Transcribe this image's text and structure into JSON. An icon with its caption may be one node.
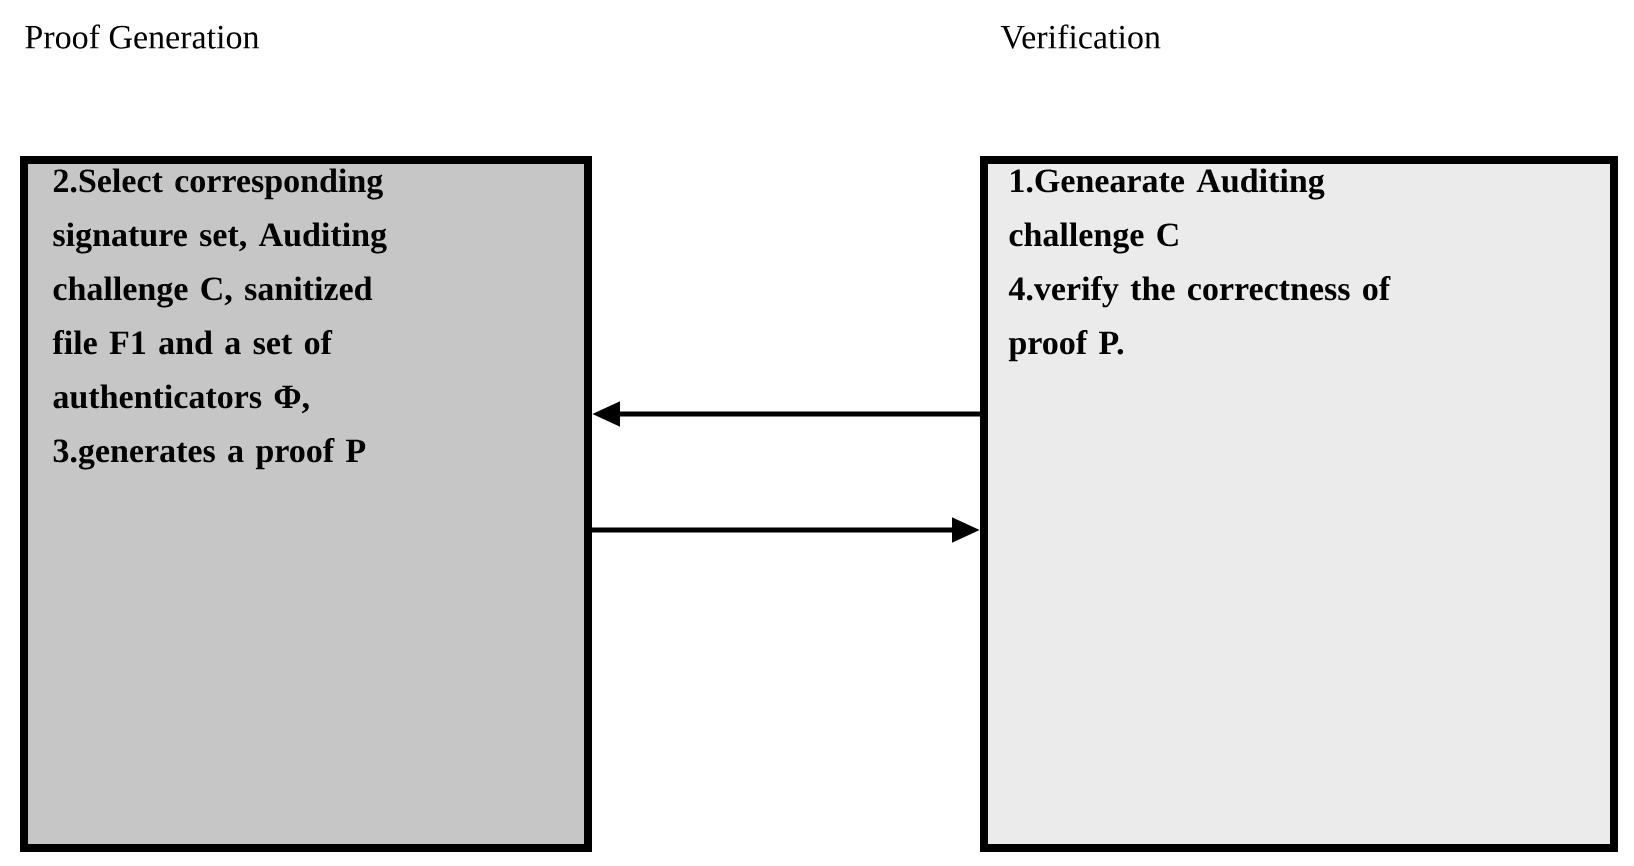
{
  "diagram": {
    "nodes": [
      {
        "text": [
          "Proof Generation",
          "2.Select corresponding signature set, Auditing challenge C, sanitized file F1 and a set of authenticators Φ,",
          "3.generates a proof P"
        ]
      },
      {
        "text": [
          "Verification",
          "1.Genearate Auditing challenge C",
          "4.verify the correctness of proof P."
        ]
      }
    ],
    "edges": [
      {
        "from": 1,
        "to": 0,
        "arrow": "to"
      },
      {
        "from": 0,
        "to": 1,
        "arrow": "to"
      }
    ]
  }
}
